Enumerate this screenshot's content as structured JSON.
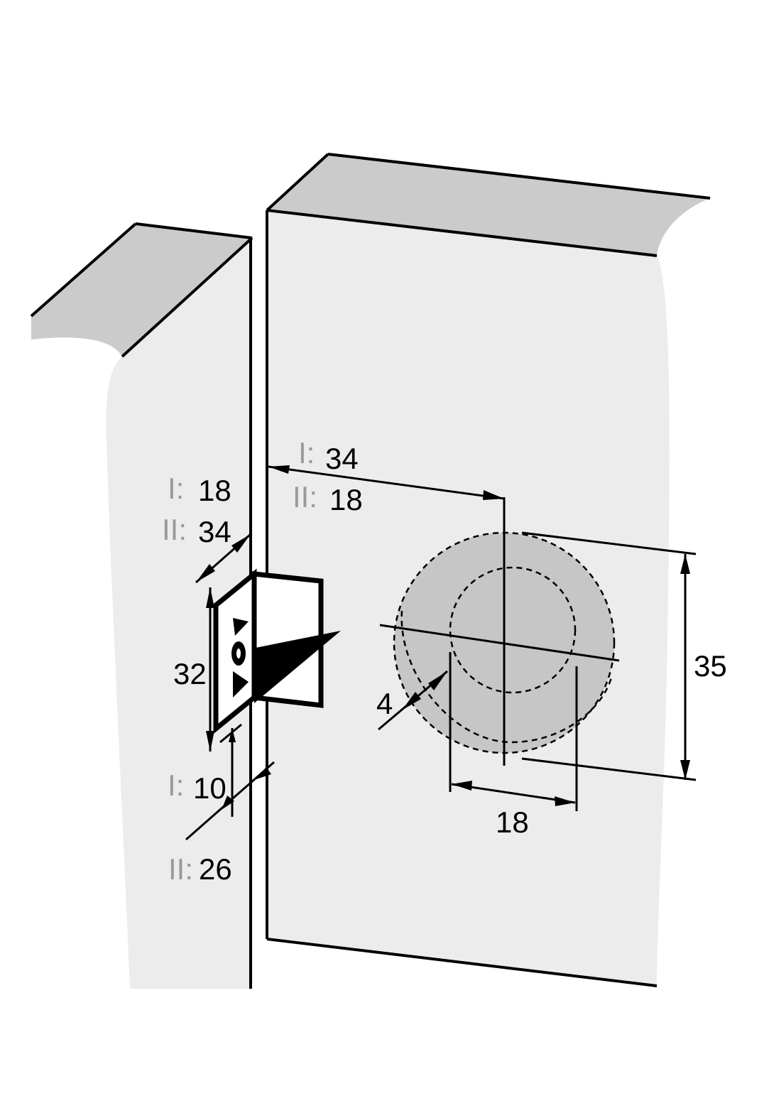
{
  "colors": {
    "background": "#ffffff",
    "panel_face": "#ececec",
    "panel_top": "#cbcbcb",
    "cup_hole": "#c6c6c6",
    "line": "#000000",
    "roman_label": "#9a9a9a"
  },
  "labels": {
    "side_offset": {
      "I_roman": "I:",
      "I_value": "18",
      "II_roman": "II:",
      "II_value": "34"
    },
    "door_distance": {
      "I_roman": "I:",
      "I_value": "34",
      "II_roman": "II:",
      "II_value": "18"
    },
    "plate_height": "32",
    "bottom_offset": {
      "I_roman": "I:",
      "I_value": "10",
      "II_roman": "II:",
      "II_value": "26"
    },
    "edge_distance": "4",
    "hole_spacing": "18",
    "cup_diameter": "35"
  }
}
